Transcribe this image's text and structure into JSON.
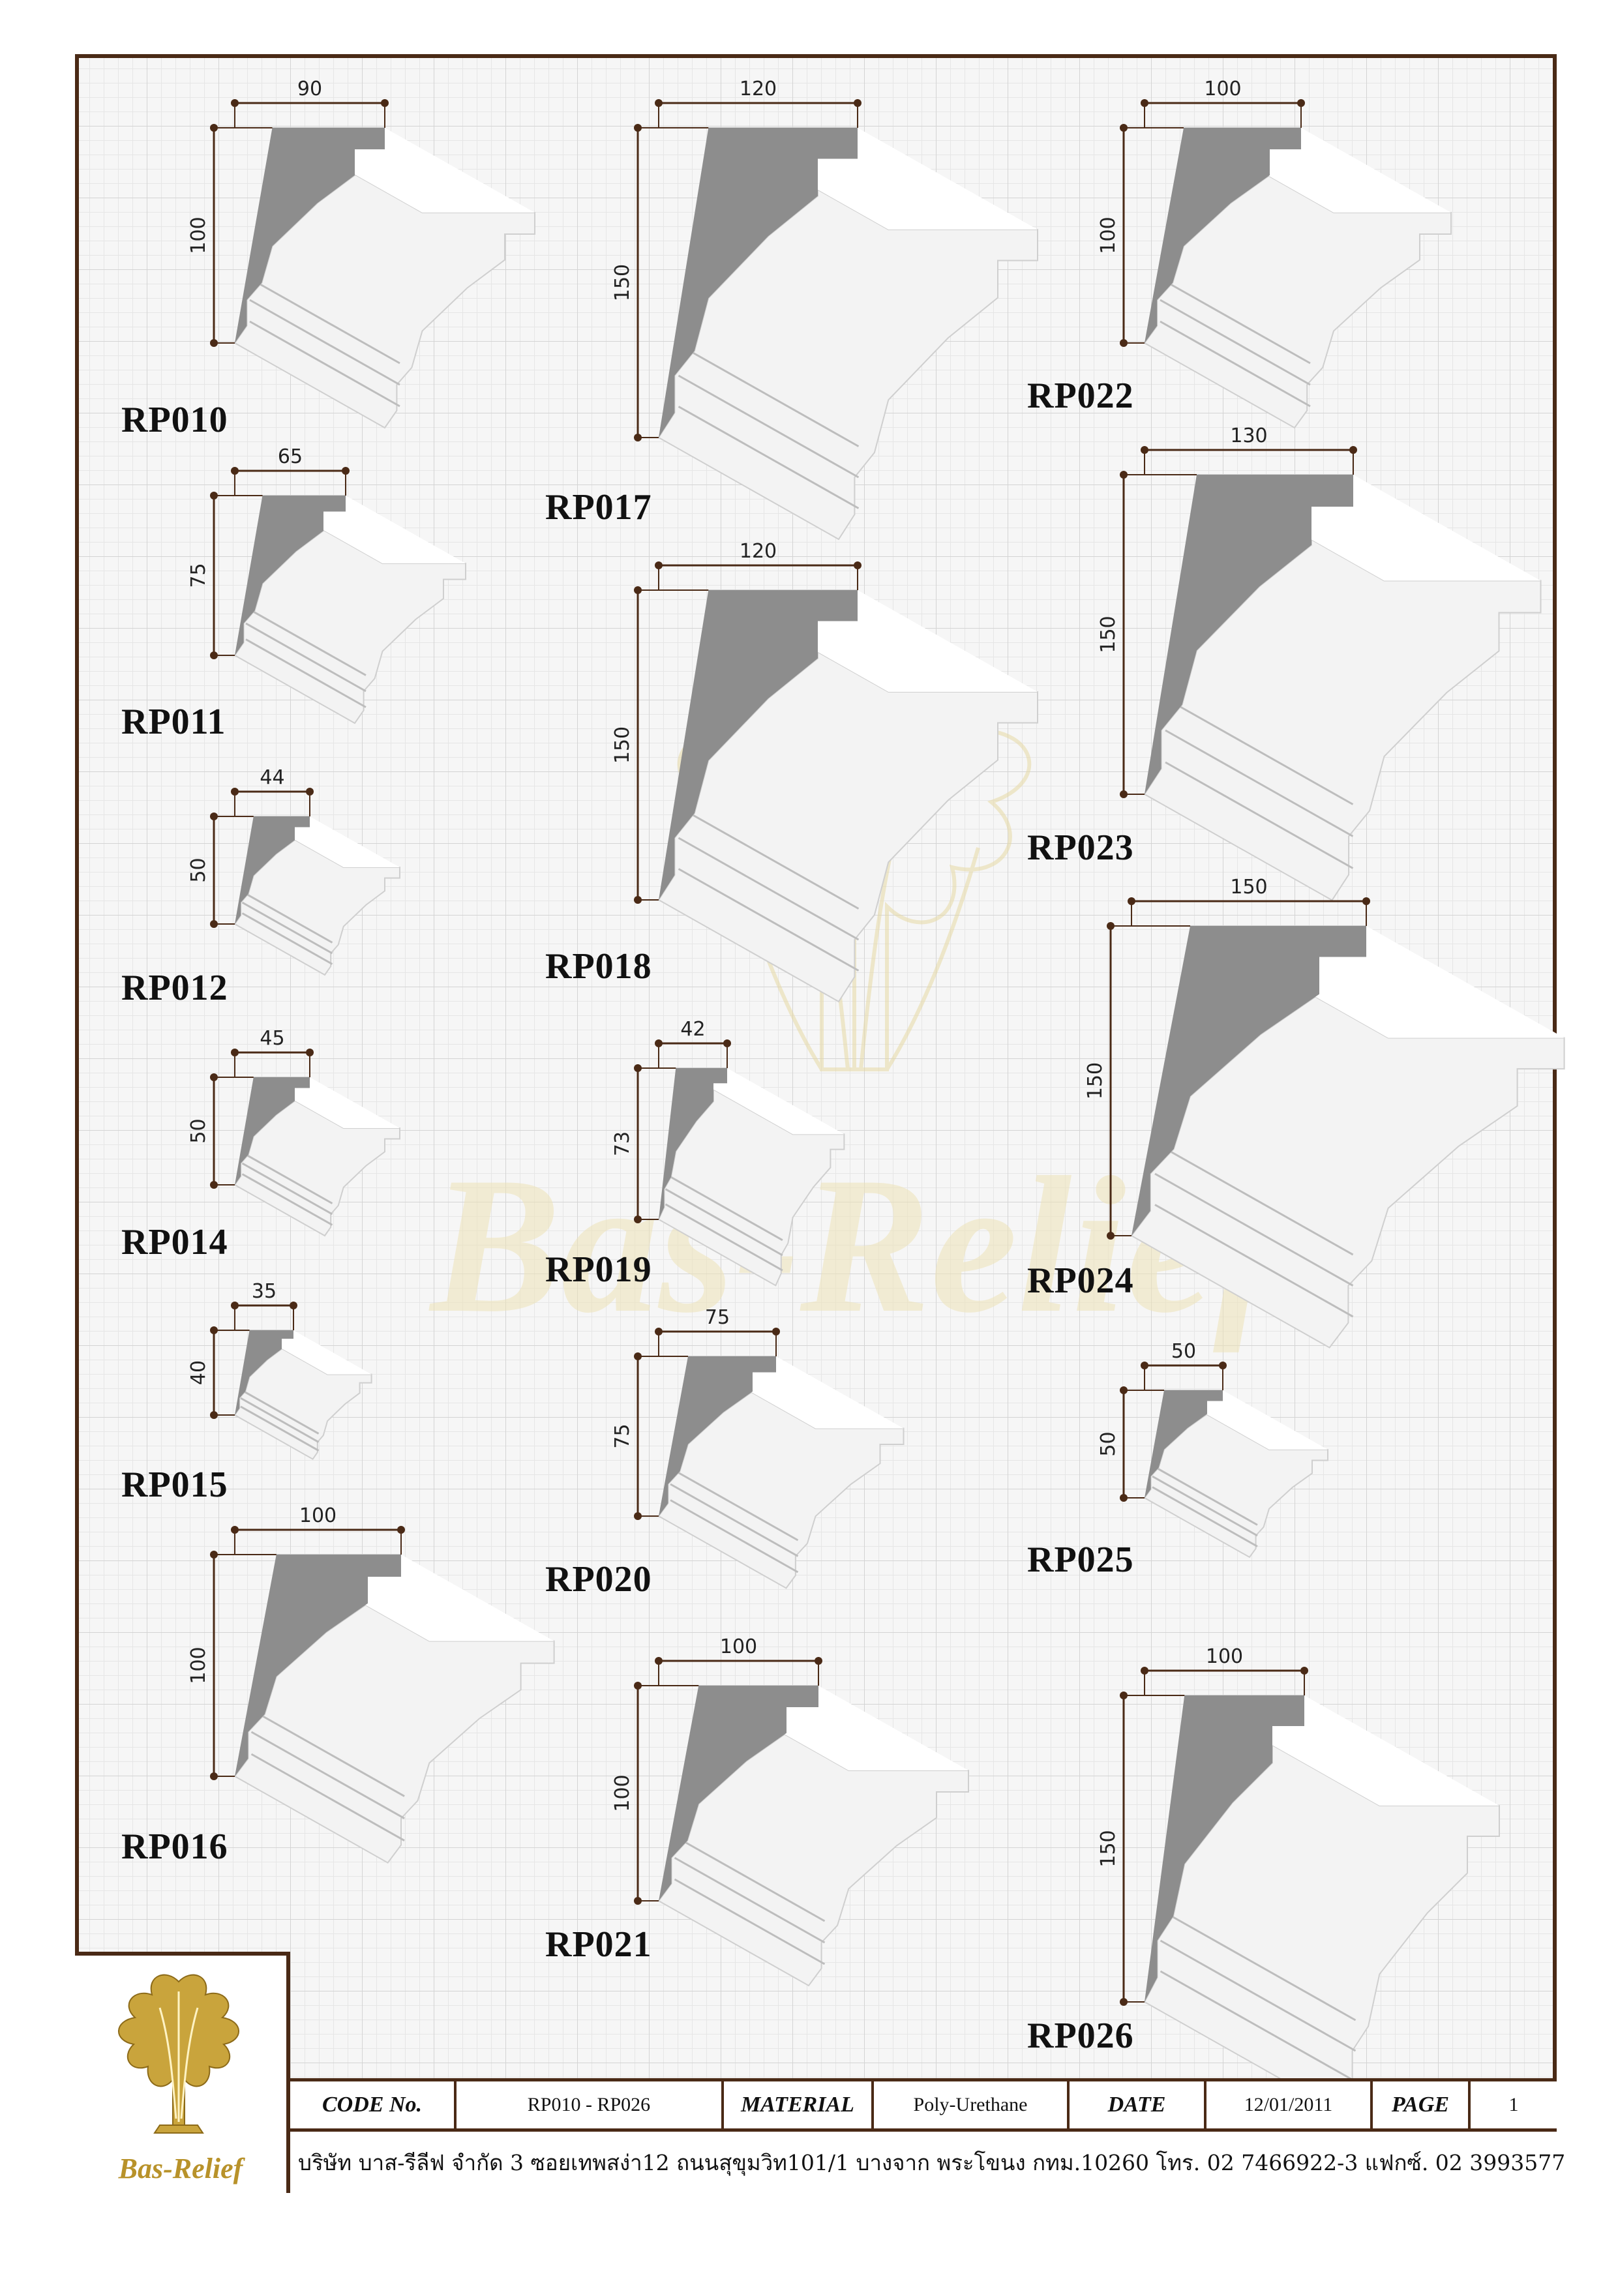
{
  "profiles": [
    {
      "code": "RP010",
      "width": "90",
      "height": "100"
    },
    {
      "code": "RP011",
      "width": "65",
      "height": "75"
    },
    {
      "code": "RP012",
      "width": "44",
      "height": "50"
    },
    {
      "code": "RP014",
      "width": "45",
      "height": "50"
    },
    {
      "code": "RP015",
      "width": "35",
      "height": "40"
    },
    {
      "code": "RP016",
      "width": "100",
      "height": "100"
    },
    {
      "code": "RP017",
      "width": "120",
      "height": "150"
    },
    {
      "code": "RP018",
      "width": "120",
      "height": "150"
    },
    {
      "code": "RP019",
      "width": "42",
      "height": "73"
    },
    {
      "code": "RP020",
      "width": "75",
      "height": "75"
    },
    {
      "code": "RP021",
      "width": "100",
      "height": "100"
    },
    {
      "code": "RP022",
      "width": "100",
      "height": "100"
    },
    {
      "code": "RP023",
      "width": "130",
      "height": "150"
    },
    {
      "code": "RP024",
      "width": "150",
      "height": "150"
    },
    {
      "code": "RP025",
      "width": "50",
      "height": "50"
    },
    {
      "code": "RP026",
      "width": "100",
      "height": "150"
    }
  ],
  "watermark": {
    "text": "Bas-Relief"
  },
  "title_block": {
    "logo_text": "Bas-Relief",
    "code_label": "CODE No.",
    "code_value": "RP010 - RP026",
    "material_label": "MATERIAL",
    "material_value": "Poly-Urethane",
    "date_label": "DATE",
    "date_value": "12/01/2011",
    "page_label": "PAGE",
    "page_value": "1",
    "address": "บริษัท บาส-รีลีฟ จำกัด  3 ซอยเทพสง่า12  ถนนสุขุมวิท101/1  บางจาก  พระโขนง  กทม.10260  โทร. 02 7466922-3  แฟกซ์. 02 3993577"
  },
  "colors": {
    "frame": "#4a2a16",
    "dimension": "#4a2a16",
    "logo_gold": "#b8922a",
    "profile_shadow": "#8a8a8a"
  }
}
